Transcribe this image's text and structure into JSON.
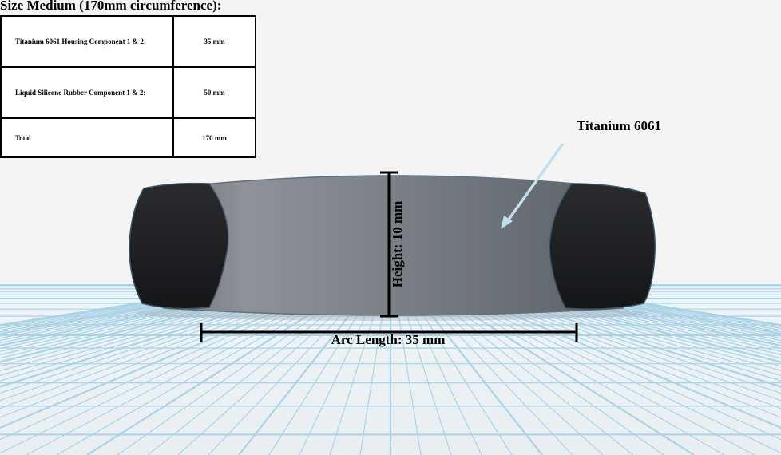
{
  "spec": {
    "title": "Size Medium (170mm circumference):",
    "rows": [
      {
        "label": "Titanium 6061 Housing Component 1 & 2:",
        "value": "35 mm"
      },
      {
        "label": "Liquid Silicone Rubber Component 1 & 2:",
        "value": "50 mm"
      },
      {
        "label": "Total",
        "value": "170 mm"
      }
    ]
  },
  "annotations": {
    "material_callout": "Titanium 6061",
    "height": "Height: 10 mm",
    "arc_length": "Arc Length: 35 mm"
  },
  "colors": {
    "background": "#f4f4f4",
    "grid_lines": "#a9d3e6",
    "titanium_body": "#7b8087",
    "silicone_caps": "#202124",
    "callout_arrow": "#bfe0ec",
    "dimension_lines": "#000000"
  }
}
